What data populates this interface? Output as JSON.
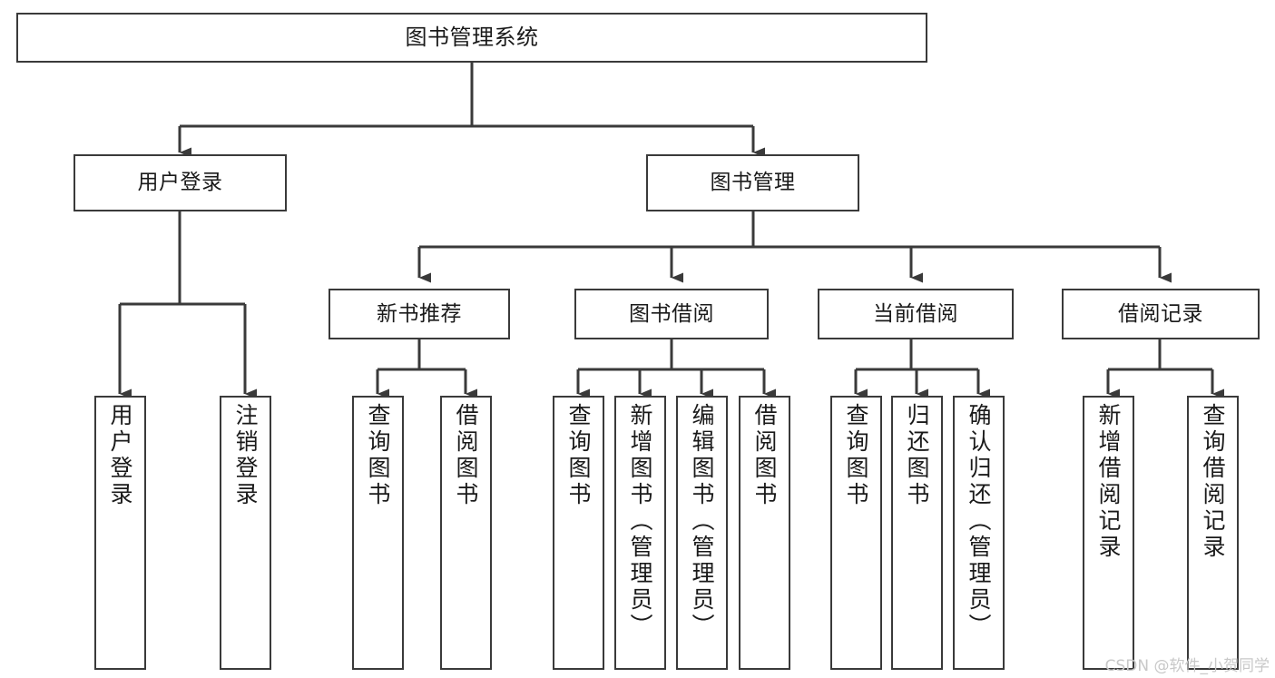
{
  "diagram": {
    "type": "tree",
    "title": "图书管理系统",
    "theme": {
      "line_color": "#3a3a3a",
      "box_border_color": "#3a3a3a",
      "box_fill_color": "#ffffff",
      "text_color": "#1a1a1a",
      "background_color": "#ffffff",
      "watermark_color": "#c8c8c8"
    },
    "root": {
      "label": "图书管理系统"
    },
    "level2": [
      {
        "label": "用户登录"
      },
      {
        "label": "图书管理"
      }
    ],
    "level3": [
      {
        "label": "新书推荐"
      },
      {
        "label": "图书借阅"
      },
      {
        "label": "当前借阅"
      },
      {
        "label": "借阅记录"
      }
    ],
    "leaves": {
      "user_login": [
        {
          "label": "用户登录"
        },
        {
          "label": "注销登录"
        }
      ],
      "new_book_recommend": [
        {
          "label": "查询图书"
        },
        {
          "label": "借阅图书"
        }
      ],
      "book_borrow": [
        {
          "label": "查询图书"
        },
        {
          "label": "新增图书（管理员）"
        },
        {
          "label": "编辑图书（管理员）"
        },
        {
          "label": "借阅图书"
        }
      ],
      "current_borrow": [
        {
          "label": "查询图书"
        },
        {
          "label": "归还图书"
        },
        {
          "label": "确认归还（管理员）"
        }
      ],
      "borrow_record": [
        {
          "label": "新增借阅记录"
        },
        {
          "label": "查询借阅记录"
        }
      ]
    },
    "watermark": "CSDN @软件_小贺同学"
  }
}
